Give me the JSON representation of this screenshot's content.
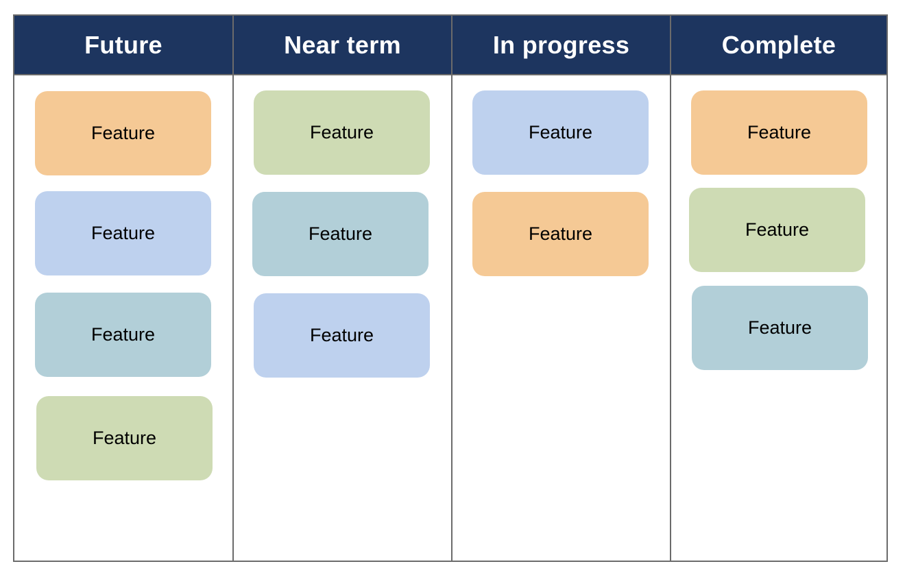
{
  "columns": [
    {
      "title": "Future",
      "cards": [
        {
          "label": "Feature",
          "color": "orange"
        },
        {
          "label": "Feature",
          "color": "blue"
        },
        {
          "label": "Feature",
          "color": "teal"
        },
        {
          "label": "Feature",
          "color": "green"
        }
      ]
    },
    {
      "title": "Near term",
      "cards": [
        {
          "label": "Feature",
          "color": "green"
        },
        {
          "label": "Feature",
          "color": "teal"
        },
        {
          "label": "Feature",
          "color": "blue"
        }
      ]
    },
    {
      "title": "In progress",
      "cards": [
        {
          "label": "Feature",
          "color": "blue"
        },
        {
          "label": "Feature",
          "color": "orange"
        }
      ]
    },
    {
      "title": "Complete",
      "cards": [
        {
          "label": "Feature",
          "color": "orange"
        },
        {
          "label": "Feature",
          "color": "green"
        },
        {
          "label": "Feature",
          "color": "teal"
        }
      ]
    }
  ],
  "colors": {
    "header_bg": "#1d355f",
    "orange": "#f5c995",
    "blue": "#bed1ee",
    "teal": "#b2cfd8",
    "green": "#cedbb4"
  }
}
